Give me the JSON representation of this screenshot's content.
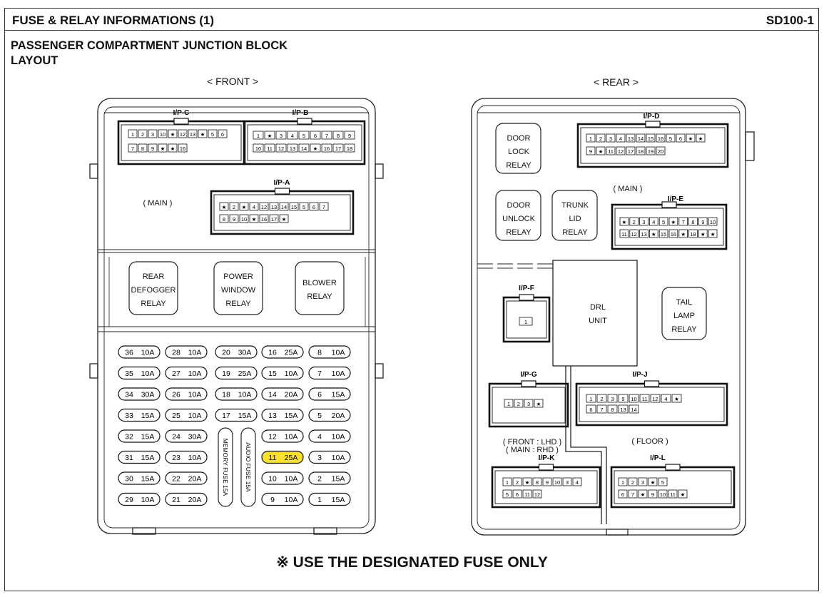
{
  "header": {
    "title": "FUSE & RELAY INFORMATIONS (1)",
    "code": "SD100-1"
  },
  "subtitle": {
    "line1": "PASSENGER COMPARTMENT JUNCTION BLOCK",
    "line2": "LAYOUT"
  },
  "front": {
    "label": "< FRONT >",
    "main_label": "( MAIN )",
    "connectors": {
      "ipc": {
        "name": "I/P-C",
        "row1": [
          "1",
          "2",
          "3",
          "10",
          "★",
          "12",
          "13",
          "★",
          "5",
          "6"
        ],
        "row2": [
          "7",
          "8",
          "9",
          "★",
          "★",
          "16"
        ]
      },
      "ipb": {
        "name": "I/P-B",
        "row1": [
          "1",
          "★",
          "3",
          "4",
          "5",
          "6",
          "7",
          "8",
          "9"
        ],
        "row2": [
          "10",
          "11",
          "12",
          "13",
          "14",
          "★",
          "16",
          "17",
          "18"
        ]
      },
      "ipa": {
        "name": "I/P-A",
        "row1": [
          "★",
          "2",
          "★",
          "4",
          "12",
          "13",
          "14",
          "15",
          "5",
          "6",
          "7"
        ],
        "row2": [
          "8",
          "9",
          "10",
          "★",
          "16",
          "17",
          "★"
        ]
      }
    },
    "relays": [
      {
        "lines": [
          "REAR",
          "DEFOGGER",
          "RELAY"
        ]
      },
      {
        "lines": [
          "POWER",
          "WINDOW",
          "RELAY"
        ]
      },
      {
        "lines": [
          "BLOWER",
          "RELAY"
        ]
      }
    ],
    "fuses": {
      "col1": [
        [
          "36",
          "10A"
        ],
        [
          "35",
          "10A"
        ],
        [
          "34",
          "30A"
        ],
        [
          "33",
          "15A"
        ],
        [
          "32",
          "15A"
        ],
        [
          "31",
          "15A"
        ],
        [
          "30",
          "15A"
        ],
        [
          "29",
          "10A"
        ]
      ],
      "col2": [
        [
          "28",
          "10A"
        ],
        [
          "27",
          "10A"
        ],
        [
          "26",
          "10A"
        ],
        [
          "25",
          "10A"
        ],
        [
          "24",
          "30A"
        ],
        [
          "23",
          "10A"
        ],
        [
          "22",
          "20A"
        ],
        [
          "21",
          "20A"
        ]
      ],
      "col3": [
        [
          "20",
          "30A"
        ],
        [
          "19",
          "25A"
        ],
        [
          "18",
          "10A"
        ],
        [
          "17",
          "15A"
        ]
      ],
      "col4": [
        [
          "16",
          "25A"
        ],
        [
          "15",
          "10A"
        ],
        [
          "14",
          "20A"
        ],
        [
          "13",
          "15A"
        ],
        [
          "12",
          "10A"
        ],
        [
          "11",
          "25A"
        ],
        [
          "10",
          "10A"
        ],
        [
          "9",
          "10A"
        ]
      ],
      "col5": [
        [
          "8",
          "10A"
        ],
        [
          "7",
          "10A"
        ],
        [
          "6",
          "15A"
        ],
        [
          "5",
          "20A"
        ],
        [
          "4",
          "10A"
        ],
        [
          "3",
          "10A"
        ],
        [
          "2",
          "15A"
        ],
        [
          "1",
          "15A"
        ]
      ],
      "memory_fuse": "MEMORY FUSE 15A",
      "audio_fuse": "AUDIO FUSE 15A",
      "highlighted": "11"
    }
  },
  "rear": {
    "label": "< REAR >",
    "main_label": "( MAIN )",
    "floor_label": "( FLOOR )",
    "front_lhd": "( FRONT : LHD )",
    "main_rhd": "( MAIN : RHD )",
    "relays": {
      "door_lock": [
        "DOOR",
        "LOCK",
        "RELAY"
      ],
      "door_unlock": [
        "DOOR",
        "UNLOCK",
        "RELAY"
      ],
      "trunk_lid": [
        "TRUNK",
        "LID",
        "RELAY"
      ],
      "drl": [
        "DRL",
        "UNIT"
      ],
      "tail": [
        "TAIL",
        "LAMP",
        "RELAY"
      ]
    },
    "connectors": {
      "ipd": {
        "name": "I/P-D",
        "row1": [
          "1",
          "2",
          "3",
          "4",
          "13",
          "14",
          "15",
          "16",
          "5",
          "6",
          "★",
          "★"
        ],
        "row2": [
          "9",
          "★",
          "11",
          "12",
          "17",
          "18",
          "19",
          "20"
        ]
      },
      "ipe": {
        "name": "I/P-E",
        "row1": [
          "★",
          "2",
          "3",
          "4",
          "5",
          "★",
          "7",
          "8",
          "9",
          "10"
        ],
        "row2": [
          "11",
          "12",
          "13",
          "★",
          "15",
          "16",
          "★",
          "18",
          "★",
          "★"
        ]
      },
      "ipf": {
        "name": "I/P-F",
        "row1": [
          "1"
        ]
      },
      "ipg": {
        "name": "I/P-G",
        "row1": [
          "1",
          "2",
          "3",
          "★"
        ]
      },
      "ipj": {
        "name": "I/P-J",
        "row1": [
          "1",
          "2",
          "3",
          "9",
          "10",
          "11",
          "12",
          "4",
          "★"
        ],
        "row2": [
          "6",
          "7",
          "8",
          "13",
          "14"
        ]
      },
      "ipk": {
        "name": "I/P-K",
        "row1": [
          "1",
          "2",
          "★",
          "8",
          "9",
          "10",
          "3",
          "4"
        ],
        "row2": [
          "5",
          "6",
          "11",
          "12"
        ]
      },
      "ipl": {
        "name": "I/P-L",
        "row1": [
          "1",
          "2",
          "3",
          "★",
          "5"
        ],
        "row2": [
          "6",
          "7",
          "★",
          "9",
          "10",
          "11",
          "★"
        ]
      }
    }
  },
  "footer": {
    "note": "※ USE THE DESIGNATED FUSE ONLY"
  },
  "colors": {
    "highlight": "#ffe12a",
    "line": "#222222"
  }
}
